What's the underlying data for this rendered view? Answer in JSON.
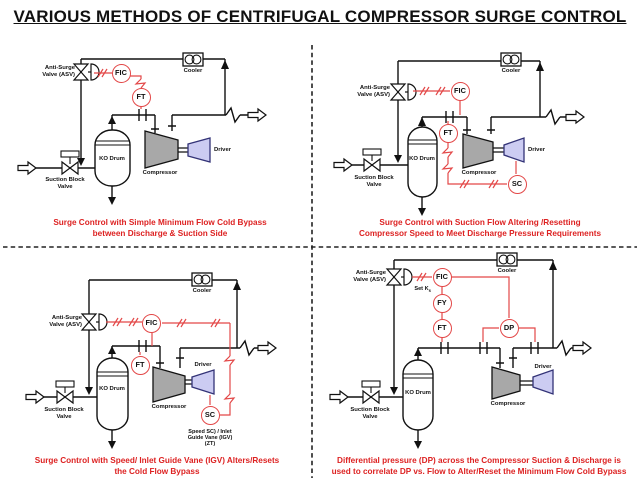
{
  "title": "VARIOUS METHODS OF CENTRIFUGAL COMPRESSOR SURGE CONTROL",
  "shared": {
    "asv_line1": "Anti-Surge",
    "asv_line2": "Valve (ASV)",
    "cooler": "Cooler",
    "ko_drum": "KO Drum",
    "compressor": "Compressor",
    "driver": "Driver",
    "sbv_line1": "Suction Block",
    "sbv_line2": "Valve"
  },
  "instruments": {
    "fic": "FIC",
    "ft": "FT",
    "sc": "SC",
    "fy": "FY",
    "dp": "DP"
  },
  "q1": {
    "caption1": "Surge Control with Simple Minimum Flow Cold Bypass",
    "caption2": "between Discharge & Suction Side"
  },
  "q2": {
    "caption1": "Surge Control with Suction Flow Altering /Resetting",
    "caption2": "Compressor Speed to Meet Discharge Pressure Requirements"
  },
  "q3": {
    "caption1": "Surge Control with Speed/ Inlet Guide Vane (IGV) Alters/Resets",
    "caption2": "the Cold Flow Bypass",
    "sc_note1": "Speed SC) / Inlet",
    "sc_note2": "Guide Vane (IGV)",
    "sc_note3": "(ZT)"
  },
  "q4": {
    "caption1": "Differential pressure (DP) across the Compressor Suction & Discharge is",
    "caption2": "used to correlate DP vs. Flow to Alter/Reset the Minimum Flow Cold Bypass",
    "set_k": "Set K",
    "set_k_sub": "s"
  },
  "colors": {
    "signal_red": "#e34848",
    "caption_red": "#dd2222",
    "compressor_gray": "#a8a8a8",
    "driver_fill": "#ccccf2",
    "line_black": "#111111"
  }
}
